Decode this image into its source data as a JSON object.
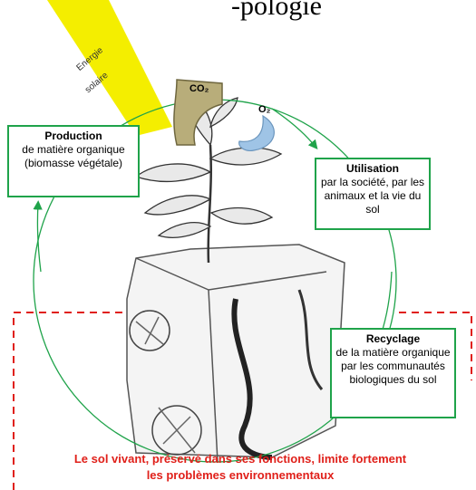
{
  "title_fragment": "-pologie",
  "sun": {
    "line1": "Energie",
    "line2": "solaire",
    "color": "#f4ee00"
  },
  "gases": {
    "co2": "CO₂",
    "o2": "O₂"
  },
  "boxes": {
    "production": {
      "title": "Production",
      "desc": "de matière organique (biomasse végétale)"
    },
    "utilisation": {
      "title": "Utilisation",
      "desc": "par la société, par les animaux et la vie du sol"
    },
    "recyclage": {
      "title": "Recyclage",
      "desc": "de la matière organique par les communautés biologiques du sol"
    }
  },
  "caption": {
    "line1": "Le sol vivant, préservé dans ses fonctions, limite fortement",
    "line2": "les problèmes environnementaux",
    "color": "#e0201a"
  },
  "colors": {
    "cycle": "#1fa34a",
    "dashed": "#e0201a"
  }
}
